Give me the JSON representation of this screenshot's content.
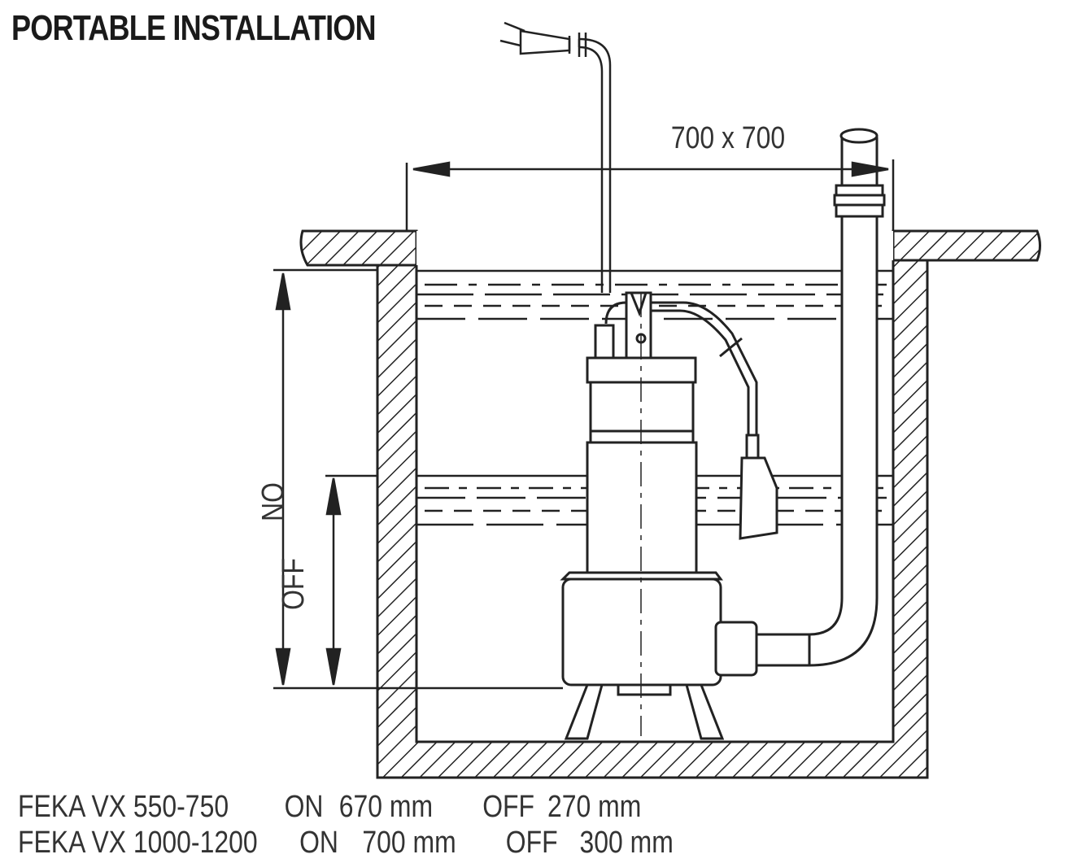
{
  "title": "PORTABLE INSTALLATION",
  "diagram": {
    "pit_size_label": "700 x 700",
    "on_label": "ON",
    "off_label": "OFF"
  },
  "specs": [
    {
      "model": "FEKA VX 550-750",
      "on_label": "ON",
      "on_value": "670 mm",
      "off_label": "OFF",
      "off_value": "270 mm"
    },
    {
      "model": "FEKA VX 1000-1200",
      "on_label": "ON",
      "on_value": "700 mm",
      "off_label": "OFF",
      "off_value": "300 mm"
    }
  ],
  "colors": {
    "line": "#222222",
    "text": "#333333"
  }
}
